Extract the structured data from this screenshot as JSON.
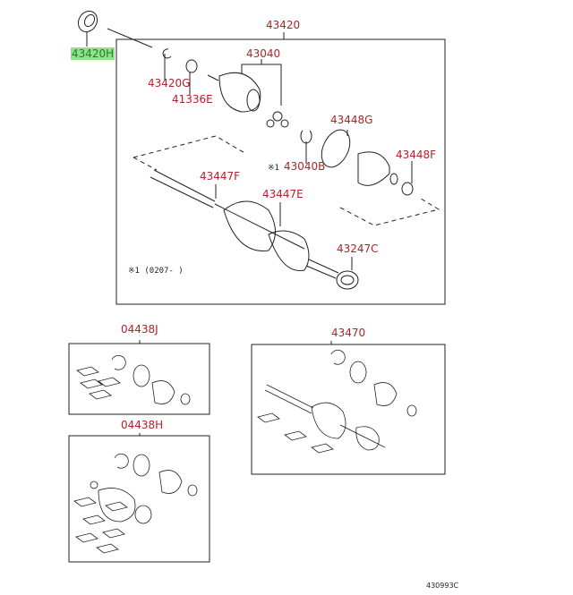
{
  "labels": {
    "p43420H": "43420H",
    "p43420": "43420",
    "p43420G": "43420G",
    "p41336E": "41336E",
    "p43040": "43040",
    "p43448G": "43448G",
    "p43040B": "43040B",
    "p43448F": "43448F",
    "p43447F": "43447F",
    "p43447E": "43447E",
    "p43247C": "43247C",
    "p04438J": "04438J",
    "p04438H": "04438H",
    "p43470": "43470"
  },
  "notes": {
    "mark1": "※1",
    "footnote": "※1 (0207-      )",
    "diagram_code": "430993C"
  },
  "colors": {
    "label": "#b5202a",
    "highlight": "#8fe38a"
  }
}
